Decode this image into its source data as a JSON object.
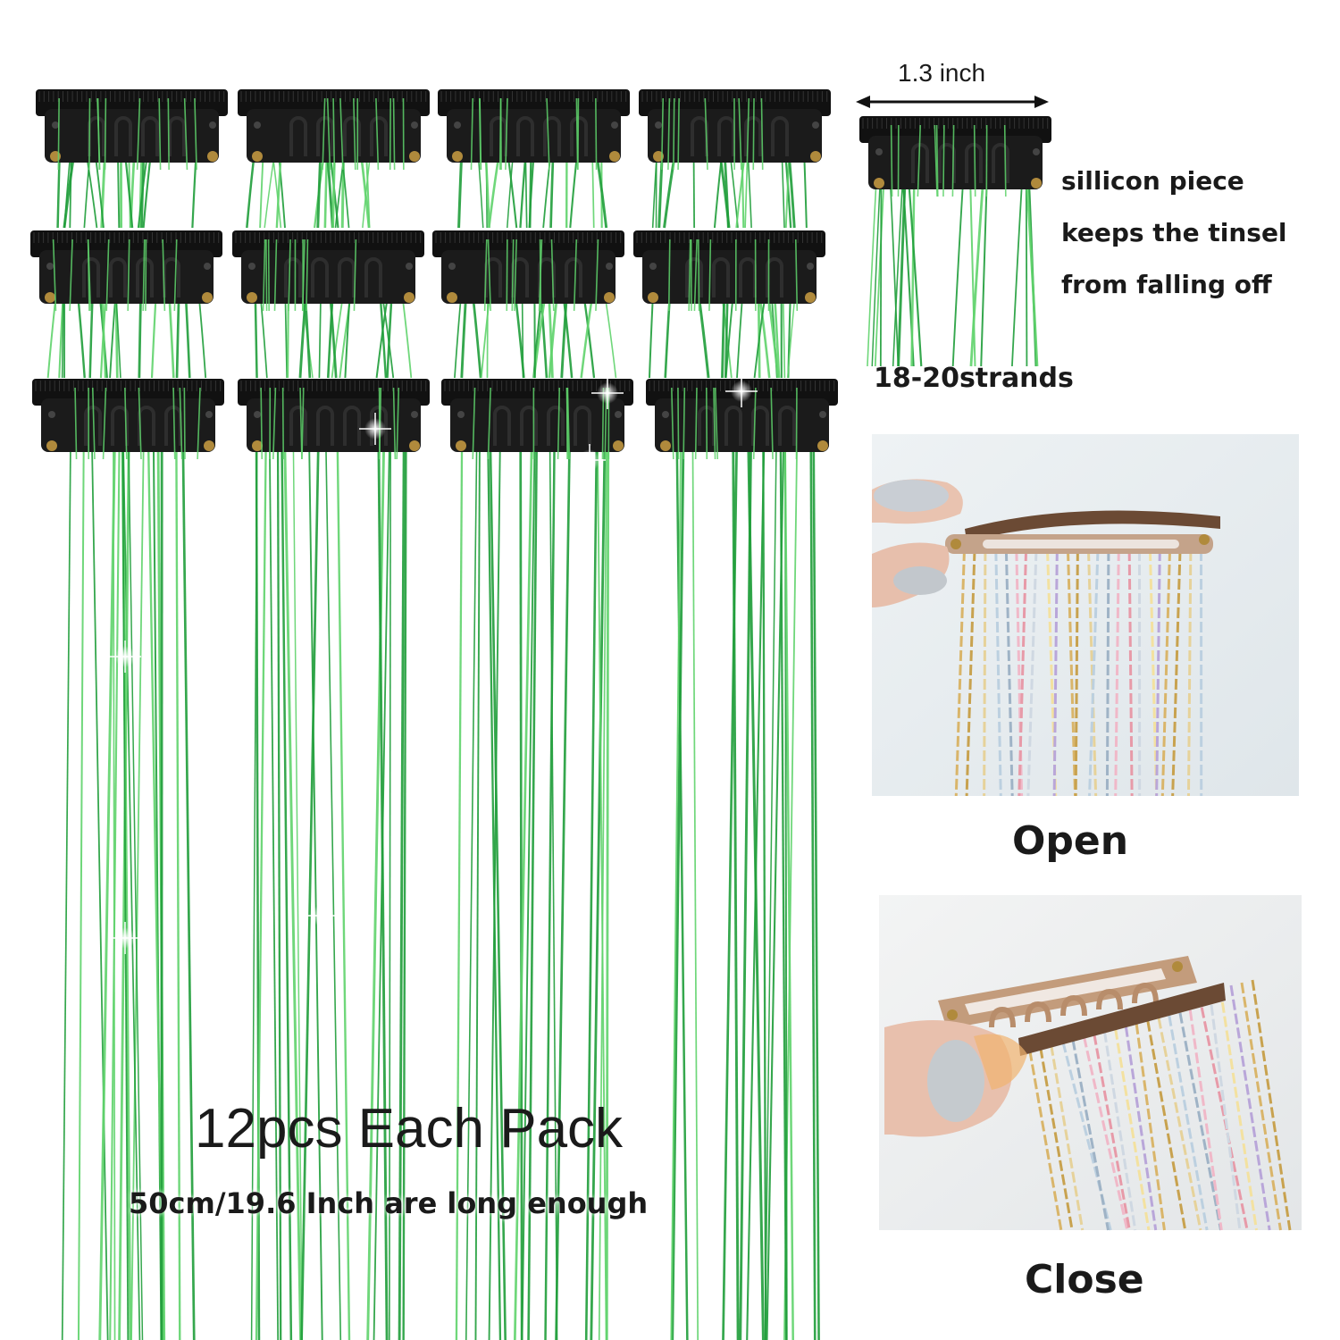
{
  "dimension_label": "1.3 inch",
  "feature_text": [
    "sillicon piece",
    "keeps the tinsel",
    "from falling off"
  ],
  "strands_label": "18-20strands",
  "pack_title": "12pcs Each Pack",
  "pack_subtitle": "50cm/19.6 Inch are long enough",
  "photo_labels": {
    "open": "Open",
    "close": "Close"
  },
  "colors": {
    "tinsel": "#1f9d3a",
    "tinsel_highlight": "#5fd36b",
    "clip": "#111111",
    "grommet": "#b08a3c",
    "photo_bg": "#e9eef2",
    "clip_tan": "#b58a6a"
  },
  "clip_count": 12
}
